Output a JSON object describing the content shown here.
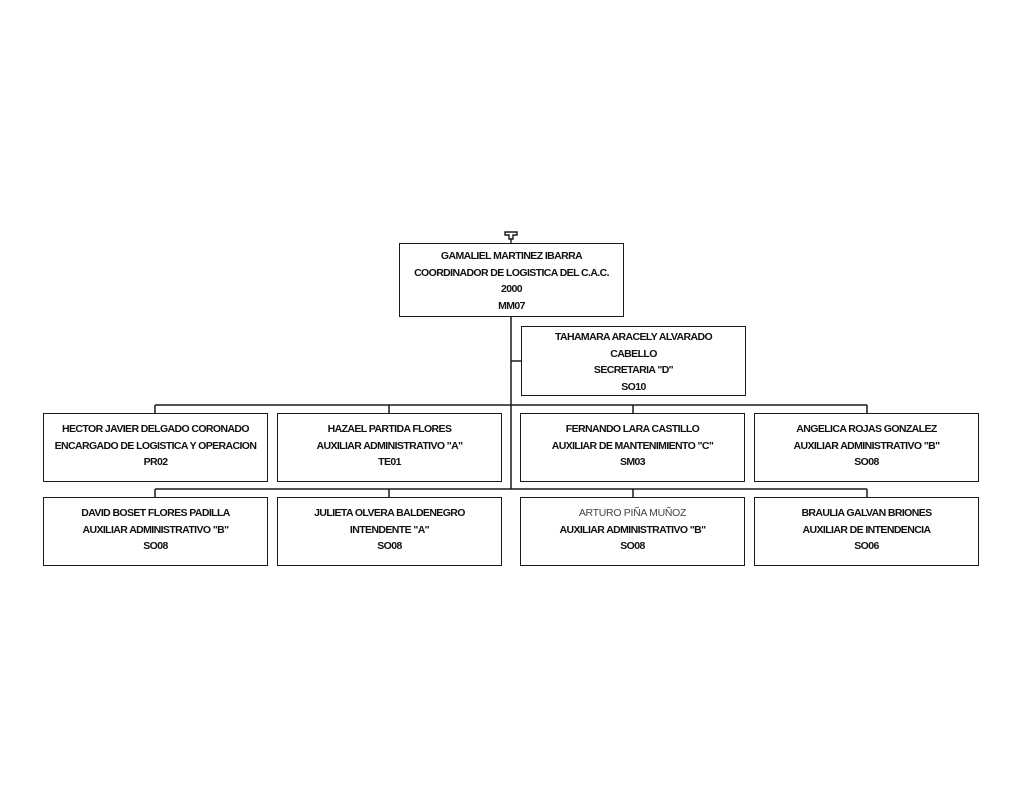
{
  "root": {
    "name": "GAMALIEL MARTINEZ IBARRA",
    "title": "COORDINADOR DE LOGISTICA DEL C.A.C.",
    "code": "2000",
    "level": "MM07"
  },
  "assistant": {
    "name_line1": "TAHAMARA ARACELY ALVARADO",
    "name_line2": "CABELLO",
    "title": "SECRETARIA \"D\"",
    "level": "SO10"
  },
  "row1": [
    {
      "name": "HECTOR JAVIER DELGADO CORONADO",
      "title": "ENCARGADO DE LOGISTICA Y OPERACION",
      "level": "PR02"
    },
    {
      "name": "HAZAEL PARTIDA FLORES",
      "title": "AUXILIAR ADMINISTRATIVO \"A\"",
      "level": "TE01"
    },
    {
      "name": "FERNANDO LARA CASTILLO",
      "title": "AUXILIAR DE MANTENIMIENTO \"C\"",
      "level": "SM03"
    },
    {
      "name": "ANGELICA ROJAS GONZALEZ",
      "title": "AUXILIAR ADMINISTRATIVO \"B\"",
      "level": "SO08"
    }
  ],
  "row2": [
    {
      "name": "DAVID BOSET FLORES PADILLA",
      "title": "AUXILIAR ADMINISTRATIVO \"B\"",
      "level": "SO08"
    },
    {
      "name": "JULIETA OLVERA BALDENEGRO",
      "title": "INTENDENTE \"A\"",
      "level": "SO08"
    },
    {
      "name": "ARTURO PIÑA MUÑOZ",
      "title": "AUXILIAR ADMINISTRATIVO \"B\"",
      "level": "SO08"
    },
    {
      "name": "BRAULIA GALVAN BRIONES",
      "title": "AUXILIAR DE INTENDENCIA",
      "level": "SO06"
    }
  ],
  "icons": {
    "top_marker": "org-chart-connector-icon"
  }
}
